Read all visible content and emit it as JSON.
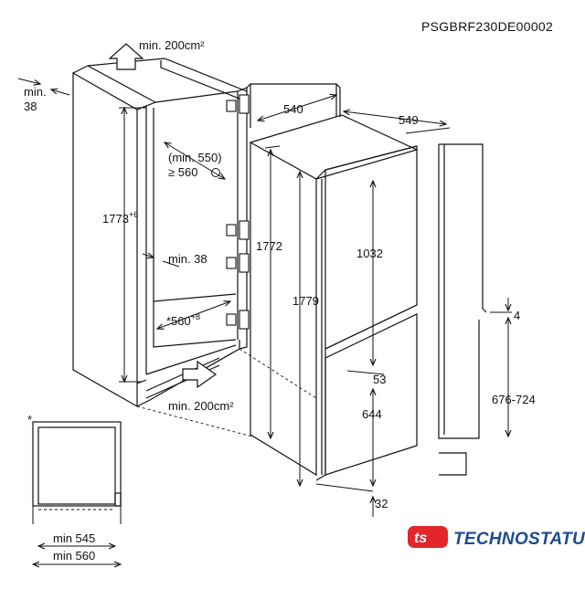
{
  "diagram": {
    "code": "PSGBRF230DE00002",
    "labels": {
      "vent_top": "min. 200cm²",
      "vent_bottom": "min. 200cm²",
      "min38_top": "min.",
      "min38_top_val": "38",
      "depth540": "540",
      "depth549": "549",
      "depth_min550": "(min. 550)",
      "depth_ge560": "≥ 560",
      "height1773": "1773",
      "height1773_sup": "+6",
      "height1772": "1772",
      "height1779": "1779",
      "height1032": "1032",
      "min38_mid": "min. 38",
      "width560": "*560",
      "width560_sup": "+8",
      "gap53": "53",
      "height644": "644",
      "gap32": "32",
      "gap4": "4",
      "range676_724": "676-724",
      "star": "*",
      "min545": "min 545",
      "min560": "min 560"
    }
  },
  "brand": {
    "logo_mark": "ts",
    "name": "TECHNOSTATUS",
    "color_red": "#e3262b",
    "color_blue": "#1d4b8f"
  }
}
